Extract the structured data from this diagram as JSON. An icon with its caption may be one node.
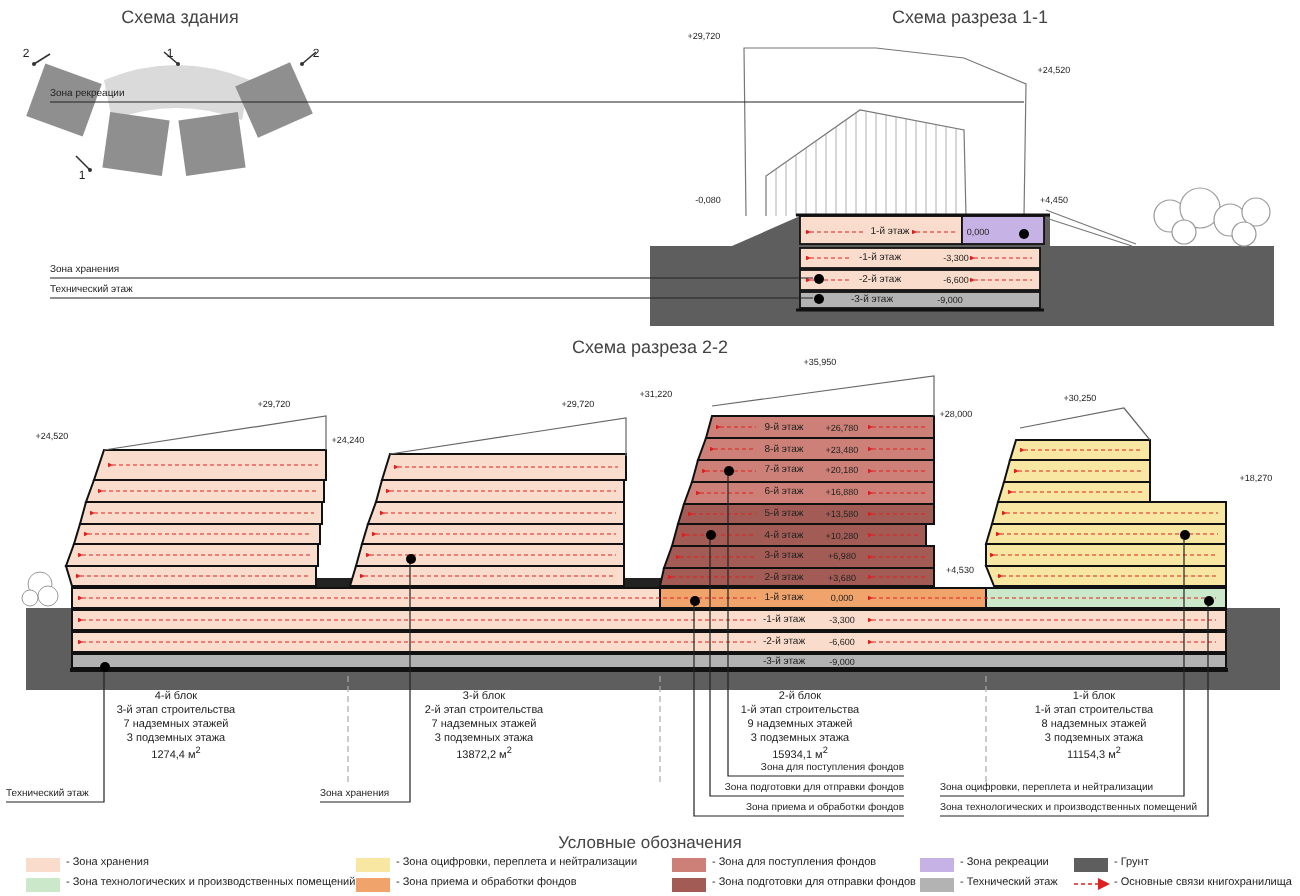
{
  "diagram": {
    "nodes": [
      {
        "text": [
          "Зона рекреации"
        ]
      },
      {
        "text": [
          "Зона хранения"
        ]
      },
      {
        "text": [
          "Технический этаж"
        ]
      },
      {
        "text": [
          "Технический этаж"
        ]
      },
      {
        "text": [
          "Зона хранения"
        ]
      },
      {
        "text": [
          "Зона для поступления фондов"
        ]
      },
      {
        "text": [
          "Зона подготовки для отправки фондов"
        ]
      },
      {
        "text": [
          "Зона приема и обработки фондов"
        ]
      },
      {
        "text": [
          "Зона оцифровки, переплета и нейтрализации"
        ]
      },
      {
        "text": [
          "Зона технологических и производственных помещений"
        ]
      },
      {
        "text": [],
        "shape": "circle"
      },
      {
        "text": [],
        "shape": "circle"
      },
      {
        "text": [],
        "shape": "circle"
      },
      {
        "text": [],
        "shape": "circle"
      },
      {
        "text": [],
        "shape": "circle"
      },
      {
        "text": [],
        "shape": "circle"
      },
      {
        "text": [],
        "shape": "circle"
      },
      {
        "text": [],
        "shape": "circle"
      },
      {
        "text": [],
        "shape": "circle"
      }
    ],
    "edges": [
      {
        "from": 0,
        "to": null,
        "arrow": "none"
      },
      {
        "from": 1,
        "to": 10,
        "arrow": "none"
      },
      {
        "from": 2,
        "to": 11,
        "arrow": "none"
      },
      {
        "from": 3,
        "to": 12,
        "arrow": "none"
      },
      {
        "from": 4,
        "to": 13,
        "arrow": "none"
      },
      {
        "from": 5,
        "to": 14,
        "arrow": "none"
      },
      {
        "from": 6,
        "to": 15,
        "arrow": "none"
      },
      {
        "from": 7,
        "to": 16,
        "arrow": "none"
      },
      {
        "from": 8,
        "to": 17,
        "arrow": "none"
      },
      {
        "from": 9,
        "to": 18,
        "arrow": "none"
      }
    ],
    "labels": [
      "Схема здания",
      "2",
      "1",
      "2",
      "1",
      "Схема разреза 1-1",
      "+29,720",
      "+24,520",
      "-0,080",
      "+4,450",
      "1-й этаж",
      "0,000",
      "-1-й этаж",
      "-3,300",
      "-2-й этаж",
      "-6,600",
      "-3-й этаж",
      "-9,000",
      "Схема разреза 2-2",
      "+24,520",
      "+29,720",
      "+24,240",
      "+29,720",
      "+31,220",
      "+35,950",
      "+28,000",
      "+30,250",
      "+18,270",
      "9-й этаж",
      "+26,780",
      "8-й этаж",
      "+23,480",
      "7-й этаж",
      "+20,180",
      "6-й этаж",
      "+16,880",
      "5-й этаж",
      "+13,580",
      "4-й этаж",
      "+10,280",
      "3-й этаж",
      "+6,980",
      "2-й этаж",
      "+3,680",
      "+4,530",
      "1-й этаж",
      "0,000",
      "-1-й этаж",
      "-3,300",
      "-2-й этаж",
      "-6,600",
      "-3-й этаж",
      "-9,000",
      "4-й блок",
      "3-й этап строительства",
      "7 надземных этажей",
      "3 подземных этажа",
      "1274,4 м$^{2}$",
      "3-й блок",
      "2-й этап строительства",
      "7 надземных этажей",
      "3 подземных этажа",
      "13872,2 м$^{2}$",
      "2-й блок",
      "1-й этап строительства",
      "9 надземных этажей",
      "3 подземных этажа",
      "15934,1 м$^{2}$",
      "1-й блок",
      "1-й этап строительства",
      "8 надземных этажей",
      "3 подземных этажа",
      "11154,3 м$^{2}$",
      "Условные обозначения"
    ],
    "legend": [
      {
        "text": "- Зона хранения",
        "color": "#f9dccb"
      },
      {
        "text": "- Зона оцифровки, переплета и нейтрализации",
        "color": "#f7e7a3"
      },
      {
        "text": "- Зона для поступления фондов",
        "color": "#cc8078"
      },
      {
        "text": "- Зона рекреации",
        "color": "#c7b2e6"
      },
      {
        "text": "- Грунт",
        "color": "#5e5e5e"
      },
      {
        "text": "- Зона технологических и производственных помещений",
        "color": "#cbe8cb"
      },
      {
        "text": "- Зона приема и обработки фондов",
        "color": "#f0a46c"
      },
      {
        "text": "- Зона подготовки для отправки фондов",
        "color": "#a35c55"
      },
      {
        "text": "- Технический этаж",
        "color": "#b3b3b3"
      },
      {
        "text": "- Основные связи книгохранилища"
      }
    ]
  }
}
